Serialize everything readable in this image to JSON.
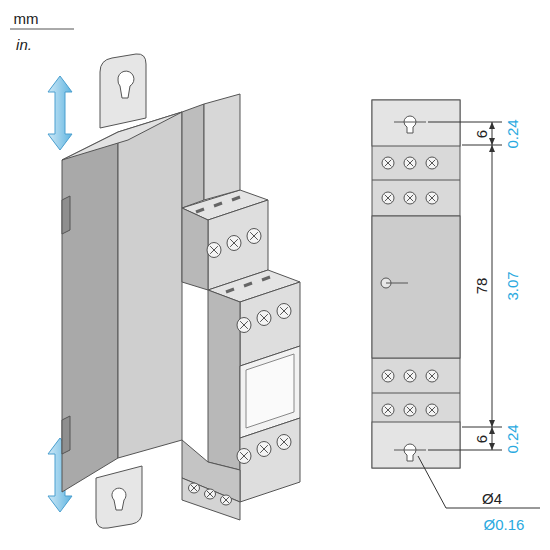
{
  "diagram": {
    "labels": [
      "mm",
      "in.",
      "6",
      "0.24",
      "78",
      "3.07",
      "6",
      "0.24",
      "Ø4",
      "Ø0.16"
    ]
  }
}
